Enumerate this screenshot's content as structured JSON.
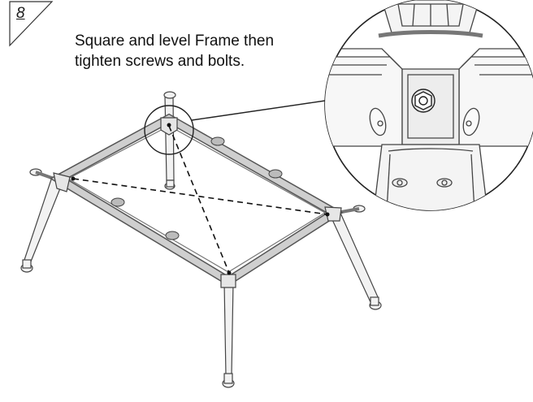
{
  "step": {
    "number": "8"
  },
  "instruction": {
    "line1": "Square and level Frame then",
    "line2": "tighten screws and bolts."
  },
  "colors": {
    "line": "#444444",
    "frame_fill": "#c8c8c8",
    "frame_edge": "#555555",
    "background": "#ffffff"
  },
  "icons": [
    "step-badge-icon",
    "magnifier-callout-icon",
    "hex-bolt-icon"
  ]
}
